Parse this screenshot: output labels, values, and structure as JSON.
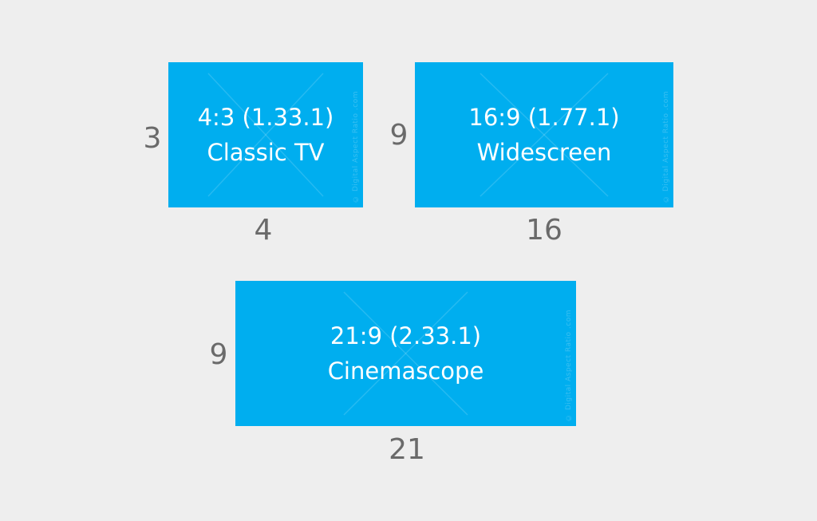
{
  "colors": {
    "background": "#eeeeee",
    "box_fill": "#00aeef",
    "box_text": "#ffffff",
    "dimension_text": "#6a6a6a"
  },
  "boxes": [
    {
      "ratio": "4:3 (1.33.1)",
      "name": "Classic TV",
      "height_label": "3",
      "width_label": "4",
      "watermark": "© Digital Aspect Ratio .com"
    },
    {
      "ratio": "16:9 (1.77.1)",
      "name": "Widescreen",
      "height_label": "9",
      "width_label": "16",
      "watermark": "© Digital Aspect Ratio .com"
    },
    {
      "ratio": "21:9 (2.33.1)",
      "name": "Cinemascope",
      "height_label": "9",
      "width_label": "21",
      "watermark": "© Digital Aspect Ratio .com"
    }
  ]
}
